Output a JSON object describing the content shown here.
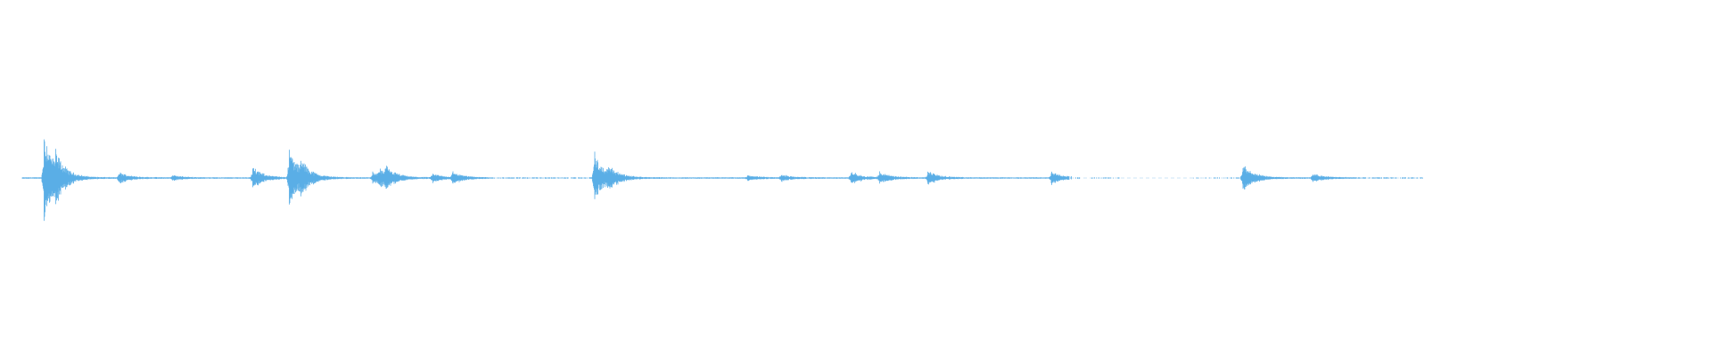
{
  "waveform": {
    "color": "#5aaee6",
    "background": "#ffffff",
    "duration_fraction_with_audio": 0.84,
    "events": [
      {
        "t": 0.013,
        "amp": 0.78
      },
      {
        "t": 0.02,
        "amp": 0.2
      },
      {
        "t": 0.058,
        "amp": 0.09
      },
      {
        "t": 0.09,
        "amp": 0.04
      },
      {
        "t": 0.138,
        "amp": 0.18
      },
      {
        "t": 0.16,
        "amp": 0.48
      },
      {
        "t": 0.167,
        "amp": 0.18
      },
      {
        "t": 0.21,
        "amp": 0.09
      },
      {
        "t": 0.214,
        "amp": 0.11
      },
      {
        "t": 0.218,
        "amp": 0.12
      },
      {
        "t": 0.246,
        "amp": 0.07
      },
      {
        "t": 0.258,
        "amp": 0.09
      },
      {
        "t": 0.343,
        "amp": 0.4
      },
      {
        "t": 0.351,
        "amp": 0.14
      },
      {
        "t": 0.435,
        "amp": 0.04
      },
      {
        "t": 0.455,
        "amp": 0.05
      },
      {
        "t": 0.497,
        "amp": 0.1
      },
      {
        "t": 0.514,
        "amp": 0.09
      },
      {
        "t": 0.543,
        "amp": 0.11
      },
      {
        "t": 0.617,
        "amp": 0.11
      },
      {
        "t": 0.732,
        "amp": 0.22
      },
      {
        "t": 0.774,
        "amp": 0.07
      }
    ],
    "gaps": [
      {
        "from": 0.66,
        "to": 0.7
      }
    ]
  }
}
